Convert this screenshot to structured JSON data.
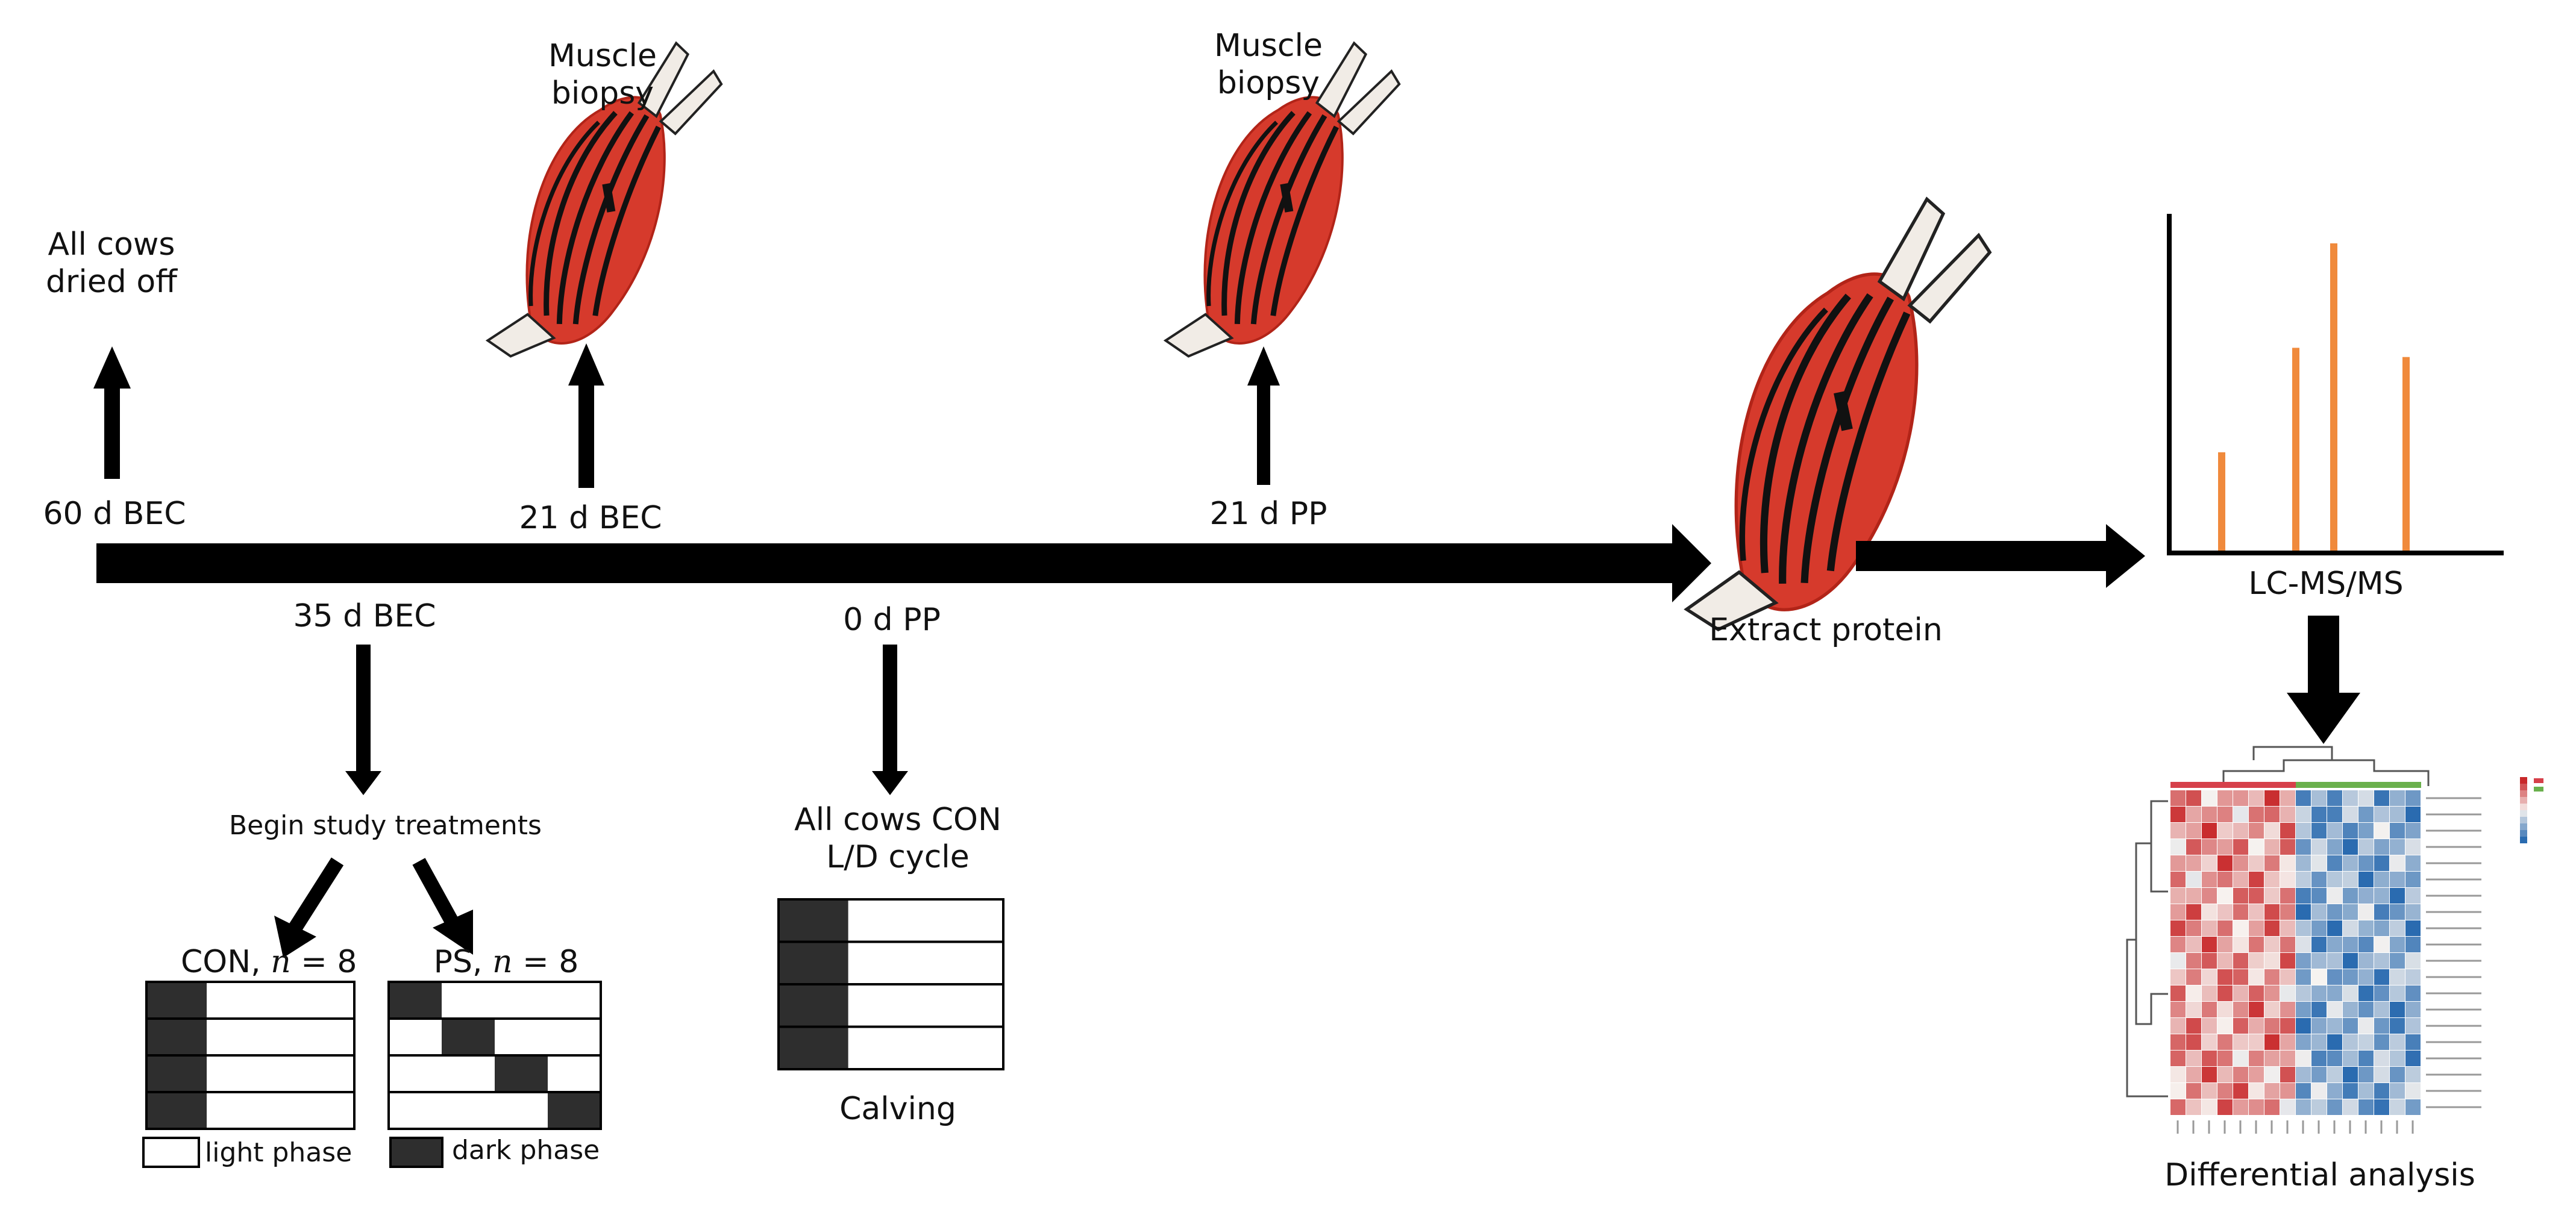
{
  "timeline": {
    "dry_off": {
      "time": "60 d BEC",
      "label_line1": "All cows",
      "label_line2": "dried off"
    },
    "biopsy_1": {
      "time": "21 d BEC",
      "label_line1": "Muscle",
      "label_line2": "biopsy"
    },
    "biopsy_2": {
      "time": "21 d PP",
      "label_line1": "Muscle",
      "label_line2": "biopsy"
    },
    "treatment_start": {
      "time": "35 d BEC",
      "label": "Begin study treatments"
    },
    "calving": {
      "time": "0 d PP",
      "label_line1": "All cows CON",
      "label_line2": "L/D cycle",
      "bottom_label": "Calving"
    }
  },
  "groups": {
    "con": {
      "name": "CON,",
      "n_text": "n",
      "n_value": "= 8"
    },
    "ps": {
      "name": "PS,",
      "n_text": "n",
      "n_value": "= 8"
    }
  },
  "legend": {
    "light": "light phase",
    "dark": "dark phase"
  },
  "workflow": {
    "extract": "Extract protein",
    "lcms": "LC-MS/MS",
    "differential": "Differential analysis"
  },
  "colors": {
    "muscle": "#d63a2c",
    "tendon": "#f1ece6",
    "spectrum_bar": "#f08a3c",
    "dark_phase": "#2e2e2e",
    "heatmap_high": "#c8282a",
    "heatmap_low": "#2a6bb0"
  },
  "spectrum_peaks": [
    0.32,
    0.66,
    1.0,
    0.63
  ]
}
